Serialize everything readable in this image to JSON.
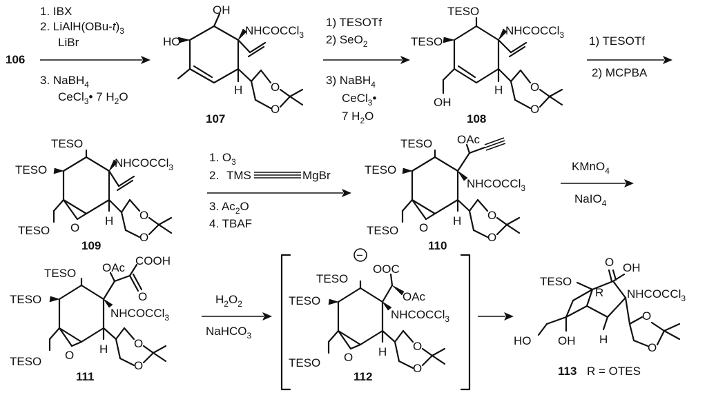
{
  "compounds": {
    "c106": "106",
    "c107": "107",
    "c108": "108",
    "c109": "109",
    "c110": "110",
    "c111": "111",
    "c112": "112",
    "c113": "113",
    "c113_r_note": "R = OTES"
  },
  "groups": {
    "oh": "OH",
    "ho": "HO",
    "h": "H",
    "o": "O",
    "nhcoccl3_main": "NHCOCCl",
    "nhcoccl3_sub": "3",
    "teso": "TESO",
    "oac": "OAc",
    "cooh": "COOH",
    "ooc": "OOC",
    "r": "R",
    "minus": "−"
  },
  "step1": {
    "l1": "1. IBX",
    "l2_main": "2. LiAlH(OBu-",
    "l2_italic": "t",
    "l2_tail": ")",
    "l2_sub": "3",
    "l3": "LiBr",
    "l4": "3. NaBH",
    "l4_sub": "4",
    "l5_main": "CeCl",
    "l5_sub": "3",
    "l5_tail": "• 7 H",
    "l5_sub2": "2",
    "l5_end": "O"
  },
  "step2": {
    "l1": "1) TESOTf",
    "l2_main": "2) SeO",
    "l2_sub": "2",
    "l3_main": "3) NaBH",
    "l3_sub": "4",
    "l4_main": "CeCl",
    "l4_sub": "3",
    "l4_tail": "•",
    "l5_main": "7 H",
    "l5_sub": "2",
    "l5_end": "O"
  },
  "step3": {
    "l1": "1) TESOTf",
    "l2": "2) MCPBA"
  },
  "step4": {
    "l1_main": "1. O",
    "l1_sub": "3",
    "l2_num": "2.",
    "l2_tms": "TMS",
    "l2_mg": "MgBr",
    "l3_main": "3. Ac",
    "l3_sub": "2",
    "l3_end": "O",
    "l4": "4. TBAF"
  },
  "step5": {
    "l1_main": "KMnO",
    "l1_sub": "4",
    "l2_main": "NaIO",
    "l2_sub": "4"
  },
  "step6": {
    "l1_main": "H",
    "l1_sub": "2",
    "l1_end": "O",
    "l1_sub2": "2",
    "l2_main": "NaHCO",
    "l2_sub": "3"
  }
}
